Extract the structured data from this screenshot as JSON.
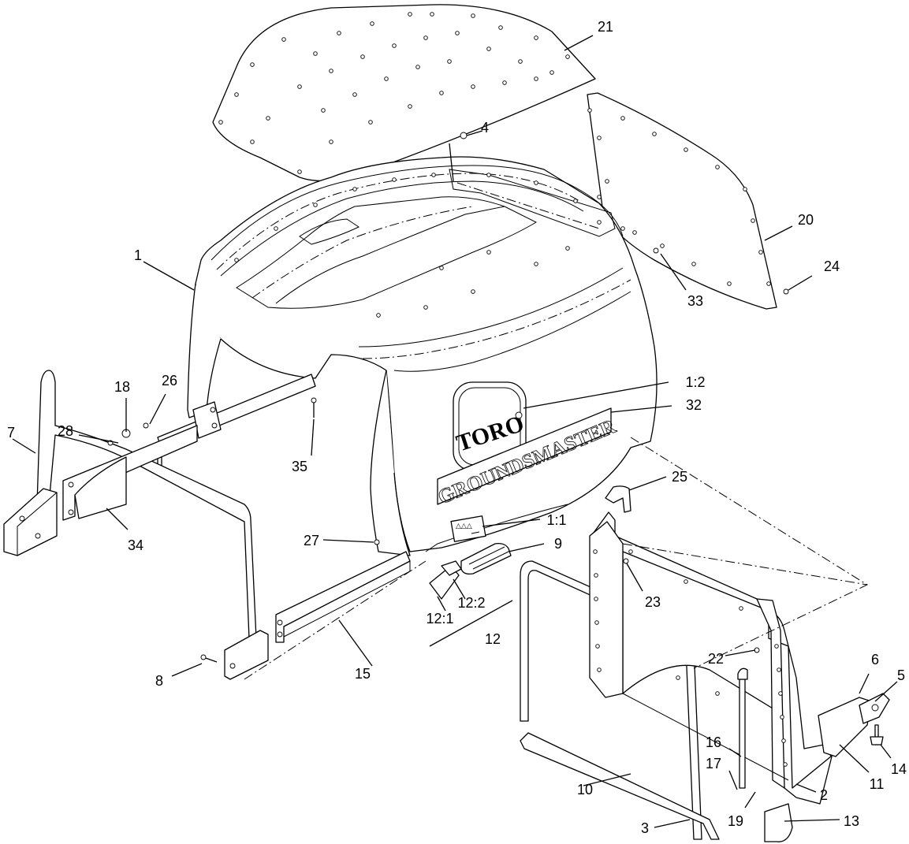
{
  "callouts": [
    {
      "text": "21"
    },
    {
      "text": "4"
    },
    {
      "text": "20"
    },
    {
      "text": "24"
    },
    {
      "text": "33"
    },
    {
      "text": "1"
    },
    {
      "text": "1:2"
    },
    {
      "text": "32"
    },
    {
      "text": "18"
    },
    {
      "text": "26"
    },
    {
      "text": "7"
    },
    {
      "text": "28"
    },
    {
      "text": "35"
    },
    {
      "text": "34"
    },
    {
      "text": "25"
    },
    {
      "text": "1:1"
    },
    {
      "text": "27"
    },
    {
      "text": "9"
    },
    {
      "text": "12:2"
    },
    {
      "text": "12:1"
    },
    {
      "text": "12"
    },
    {
      "text": "15"
    },
    {
      "text": "23"
    },
    {
      "text": "8"
    },
    {
      "text": "22"
    },
    {
      "text": "6"
    },
    {
      "text": "5"
    },
    {
      "text": "16"
    },
    {
      "text": "17"
    },
    {
      "text": "14"
    },
    {
      "text": "11"
    },
    {
      "text": "10"
    },
    {
      "text": "2"
    },
    {
      "text": "19"
    },
    {
      "text": "3"
    },
    {
      "text": "13"
    }
  ],
  "decals": {
    "brand": "TORO",
    "model": "GROUNDSMASTER"
  }
}
